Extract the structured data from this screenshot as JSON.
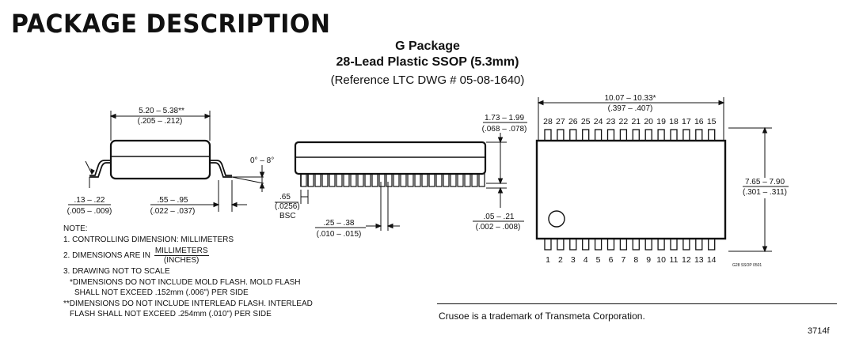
{
  "heading": "PACKAGE DESCRIPTION",
  "package": {
    "title": "G Package",
    "subtitle": "28-Lead Plastic SSOP (5.3mm)",
    "reference": "(Reference LTC DWG # 05-08-1640)"
  },
  "side_view": {
    "width_mm": "5.20 – 5.38**",
    "width_in": "(.205 – .212)",
    "angle": "0° – 8°",
    "lead_thk_mm": ".13 – .22",
    "lead_thk_in": "(.005 – .009)",
    "foot_mm": ".55 – .95",
    "foot_in": "(.022 – .037)"
  },
  "front_view": {
    "pitch_mm": ".65",
    "pitch_in": "(.0256)",
    "pitch_note": "BSC",
    "lead_w_mm": ".25 – .38",
    "lead_w_in": "(.010 – .015)",
    "height_mm": "1.73 – 1.99",
    "height_in": "(.068 – .078)",
    "standoff_mm": ".05 – .21",
    "standoff_in": "(.002 – .008)"
  },
  "top_view": {
    "length_mm": "10.07 – 10.33*",
    "length_in": "(.397 – .407)",
    "span_mm": "7.65 – 7.90",
    "span_in": "(.301 – .311)",
    "top_pins": [
      "28",
      "27",
      "26",
      "25",
      "24",
      "23",
      "22",
      "21",
      "20",
      "19",
      "18",
      "17",
      "16",
      "15"
    ],
    "bottom_pins": [
      "1",
      "2",
      "3",
      "4",
      "5",
      "6",
      "7",
      "8",
      "9",
      "10",
      "11",
      "12",
      "13",
      "14"
    ],
    "drawing_code": "G28 SSOP 0501"
  },
  "notes": {
    "header": "NOTE:",
    "n1": "1. CONTROLLING DIMENSION: MILLIMETERS",
    "n2_prefix": "2. DIMENSIONS ARE IN",
    "n2_num": "MILLIMETERS",
    "n2_den": "(INCHES)",
    "n3": "3. DRAWING NOT TO SCALE",
    "star1_a": "*DIMENSIONS DO NOT INCLUDE MOLD FLASH. MOLD FLASH",
    "star1_b": "SHALL NOT EXCEED .152mm (.006\") PER SIDE",
    "star2_a": "**DIMENSIONS DO NOT INCLUDE INTERLEAD FLASH. INTERLEAD",
    "star2_b": "FLASH SHALL NOT EXCEED .254mm (.010\") PER SIDE"
  },
  "trademark": "Crusoe is a trademark of Transmeta Corporation.",
  "doc_number": "3714f"
}
